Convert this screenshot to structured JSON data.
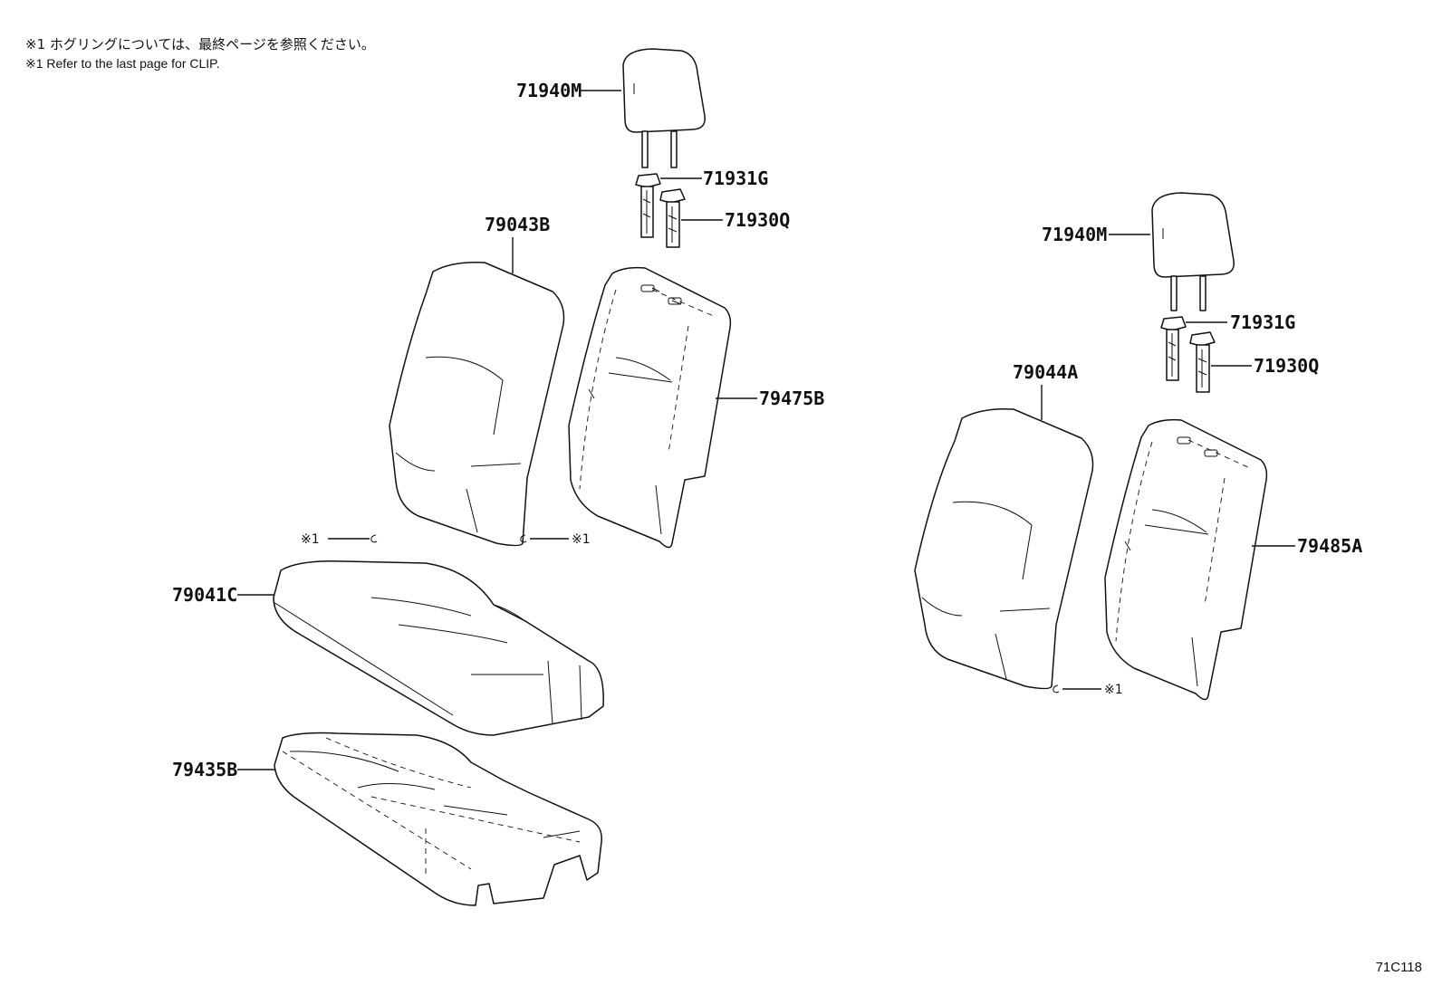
{
  "notes": {
    "jp": "※1 ホグリングについては、最終ページを参照ください。",
    "en": "※1 Refer to the last page for CLIP."
  },
  "parts": {
    "headrest_left": "71940M",
    "support_left": "71931G",
    "guide_left": "71930Q",
    "back_cushion_left": "79043B",
    "back_cover_left": "79475B",
    "seat_cushion": "79041C",
    "seat_cover": "79435B",
    "headrest_right": "71940M",
    "support_right": "71931G",
    "guide_right": "71930Q",
    "back_cushion_right": "79044A",
    "back_cover_right": "79485A"
  },
  "clip_marks": {
    "left_a": "※1",
    "left_b": "※1",
    "right": "※1"
  },
  "diagram_id": "71C118"
}
